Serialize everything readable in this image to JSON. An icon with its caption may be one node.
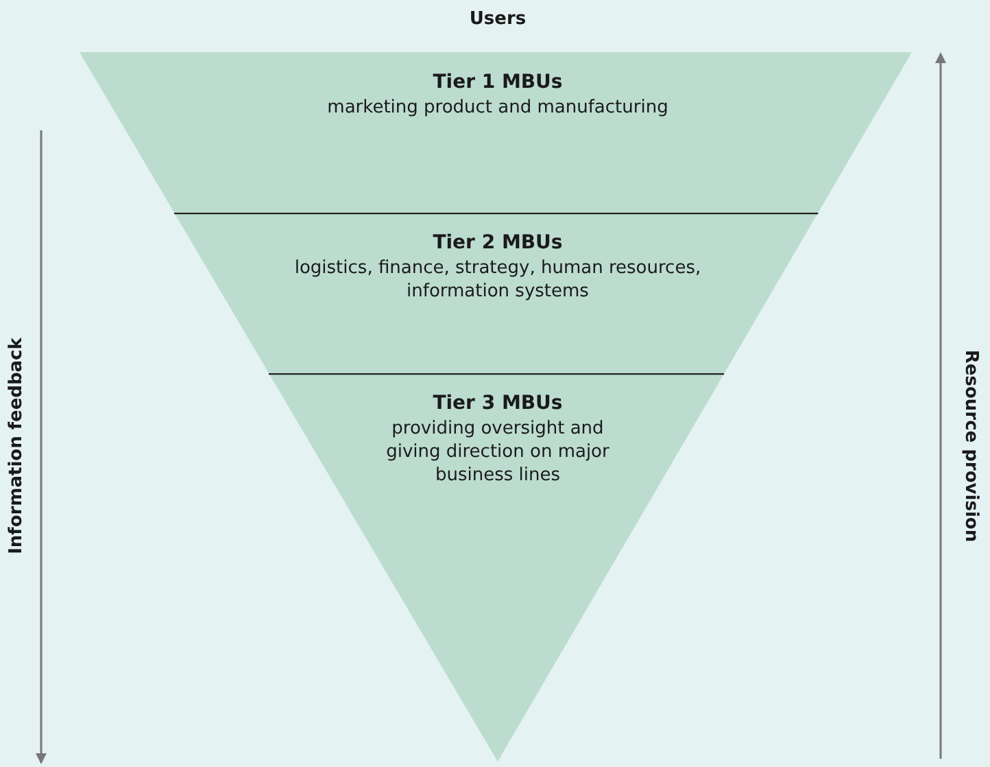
{
  "diagram": {
    "nodes": [
      {
        "text": [
          "Tier 1 MBUs",
          "marketing product and manufacturing"
        ]
      },
      {
        "text": [
          "Tier 2 MBUs",
          "logistics, finance, strategy, human resources, information systems"
        ]
      },
      {
        "text": [
          "Tier 3 MBUs",
          "providing oversight and giving direction on major business lines"
        ]
      }
    ],
    "edges": [],
    "labels": [
      "Users",
      "Information feedback",
      "Resource provision"
    ]
  }
}
